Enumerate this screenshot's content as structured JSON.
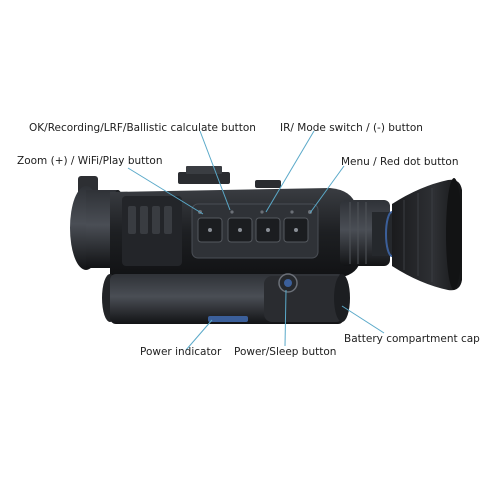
{
  "labels": {
    "ok_button": "OK/Recording/LRF/Ballistic calculate  button",
    "ir_button": "IR/ Mode switch / (-) button",
    "zoom_button": "Zoom (+) / WiFi/Play button",
    "menu_button": "Menu / Red dot button",
    "power_indicator": "Power indicator",
    "power_button": "Power/Sleep button",
    "battery_cap": "Battery compartment cap"
  },
  "colors": {
    "leader_line": "#5aa9c9",
    "body_dark": "#1b1d20",
    "body_mid": "#2b2e33",
    "highlight": "#4a4f57",
    "accent_blue": "#3b5f9a"
  }
}
